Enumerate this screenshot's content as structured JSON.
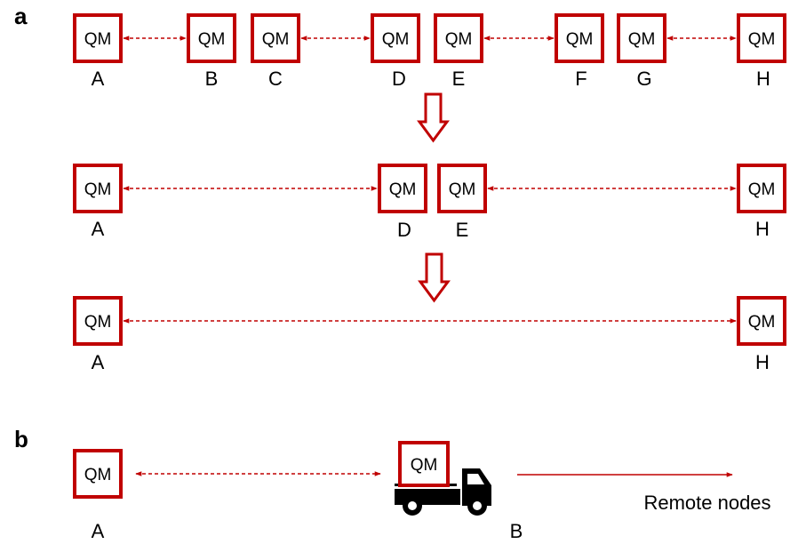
{
  "colors": {
    "accent": "#c00000",
    "text": "#000000",
    "truck": "#000000"
  },
  "panels": {
    "a": "a",
    "b": "b"
  },
  "box_text": "QM",
  "rows": {
    "row1": [
      "A",
      "B",
      "C",
      "D",
      "E",
      "F",
      "G",
      "H"
    ],
    "row2": [
      "A",
      "D",
      "E",
      "H"
    ],
    "row3": [
      "A",
      "H"
    ]
  },
  "panel_b": {
    "node_a": "A",
    "node_b": "B",
    "caption": "Remote nodes"
  },
  "icons": [
    "down-arrow-icon",
    "truck-icon"
  ]
}
